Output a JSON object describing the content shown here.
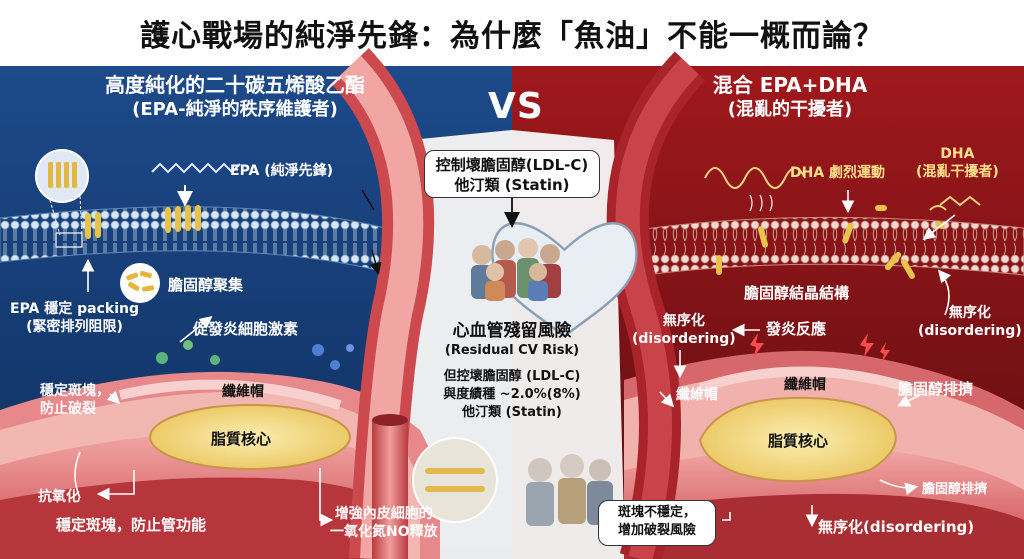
{
  "title": "護心戰場的純淨先鋒：為什麼「魚油」不能一概而論？",
  "vs": "VS",
  "left": {
    "header_line1": "高度純化的二十碳五烯酸乙酯",
    "header_line2": "(EPA-純淨的秩序維護者)",
    "epa_tag": "EPA (純淨先鋒)",
    "cholesterol_aggregation": "膽固醇聚集",
    "epa_packing_line1": "EPA 穩定 packing",
    "epa_packing_line2": "(緊密排列阻限)",
    "inflammation": "促發炎細胞激素",
    "stabilize_line1": "穩定斑塊，",
    "stabilize_line2": "防止破裂",
    "fibrous_cap": "纖維帽",
    "lipid_core": "脂質核心",
    "antioxidation": "抗氧化",
    "stabilize_plaque": "穩定斑塊，防止管功能",
    "no_release_line1": "增強內皮細胞的",
    "no_release_line2": "一氧化氮NO釋放"
  },
  "center": {
    "box_line1": "控制壞膽固醇(LDL-C)",
    "box_line2": "他汀類 (Statin)",
    "risk_title": "心血管殘留風險",
    "risk_sub": "(Residual CV Risk)",
    "note_line1": "但控壞膽固醇 (LDL-C)",
    "note_line2": "與度績種 ~2.0%(8%)",
    "note_line3": "他汀類 (Statin)"
  },
  "right": {
    "header_line1": "混合 EPA+DHA",
    "header_line2": "(混亂的干擾者)",
    "dha_motion": "DHA 劇烈運動",
    "dha_tag_line1": "DHA",
    "dha_tag_line2": "(混亂干擾者)",
    "crystal": "膽固醇結晶結構",
    "disorder_left_line1": "無序化",
    "disorder_left_line2": "(disordering)",
    "disorder_right_line1": "無序化",
    "disorder_right_line2": "(disordering)",
    "inflammation": "發炎反應",
    "fibrous_cap_left": "纖維帽",
    "fibrous_cap_center": "纖維帽",
    "cholesterol_squeeze": "膽固醇排擠",
    "lipid_core": "脂質核心",
    "cholesterol_squeeze_small": "膽固醇排擠",
    "unstable_line1": "斑塊不穩定，",
    "unstable_line2": "增加破裂風險",
    "disorder_bottom": "無序化(disordering)"
  },
  "colors": {
    "left_bg": "#163a72",
    "right_bg": "#7a1418",
    "vessel": "#d9676a",
    "lipid": "#f3d77a"
  }
}
